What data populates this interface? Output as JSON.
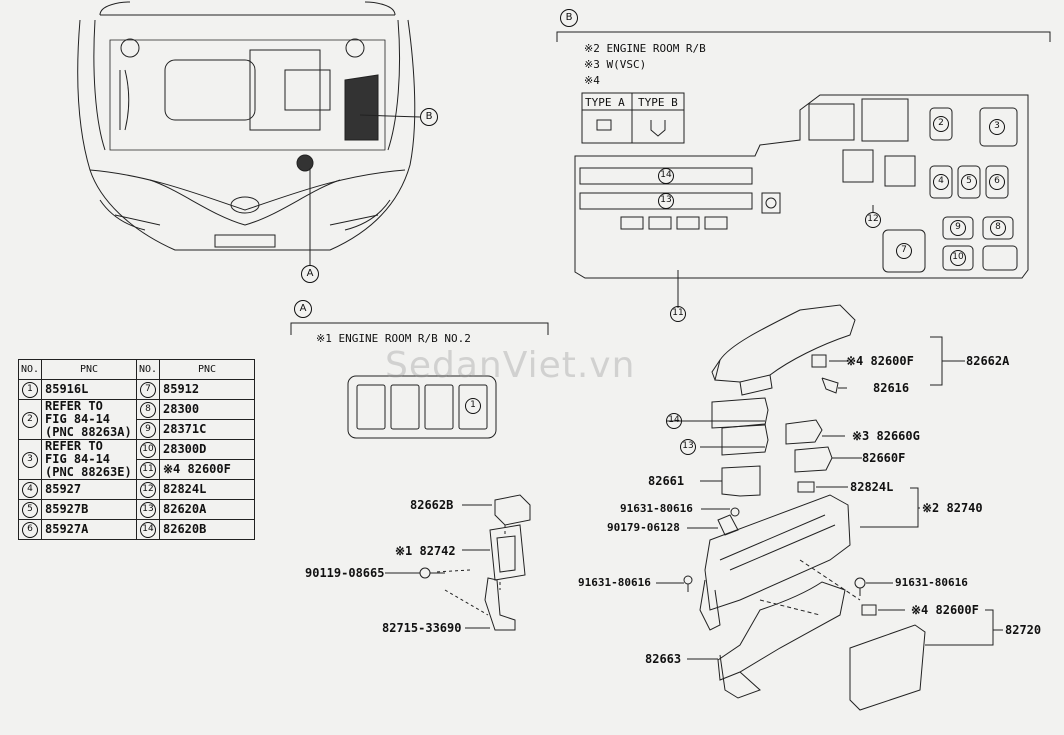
{
  "watermark": "SedanViet.vn",
  "callouts": {
    "A": "A",
    "B": "B"
  },
  "section_b": {
    "title": "※2 ENGINE ROOM R/B",
    "note3": "※3 W(VSC)",
    "note4": "※4",
    "type_a": "TYPE A",
    "type_b": "TYPE B",
    "markers": [
      "14",
      "13",
      "11",
      "2",
      "3",
      "4",
      "5",
      "6",
      "9",
      "8",
      "10",
      "7",
      "12"
    ]
  },
  "section_a": {
    "title": "※1 ENGINE ROOM R/B NO.2",
    "marker": "1"
  },
  "table": {
    "headers": [
      "NO.",
      "PNC",
      "NO.",
      "PNC"
    ],
    "rows": [
      {
        "no": "1",
        "pnc": "85916L",
        "no2": "7",
        "pnc2": "85912"
      },
      {
        "no": "2",
        "pnc": "REFER TO\nFIG 84-14\n(PNC 88263A)",
        "no2": "8",
        "pnc2": "28300",
        "no3": "9",
        "pnc3": "28371C"
      },
      {
        "no": "3",
        "pnc": "REFER TO\nFIG 84-14\n(PNC 88263E)",
        "no2": "10",
        "pnc2": "28300D",
        "no3": "11",
        "pnc3": "※4 82600F"
      },
      {
        "no": "4",
        "pnc": "85927",
        "no2": "12",
        "pnc2": "82824L"
      },
      {
        "no": "5",
        "pnc": "85927B",
        "no2": "13",
        "pnc2": "82620A"
      },
      {
        "no": "6",
        "pnc": "85927A",
        "no2": "14",
        "pnc2": "82620B"
      }
    ]
  },
  "parts_a": {
    "p1": "82662B",
    "p2": "※1 82742",
    "p3": "90119-08665",
    "p4": "82715-33690"
  },
  "parts_b": {
    "p1": "※4 82600F",
    "p2": "82662A",
    "p3": "82616",
    "p4": "※3 82660G",
    "p5": "82660F",
    "p6": "82661",
    "p7": "82824L",
    "p8": "91631-80616",
    "p9": "90179-06128",
    "p10": "※2 82740",
    "p11": "91631-80616",
    "p12": "91631-80616",
    "p13": "※4 82600F",
    "p14": "82720",
    "p15": "82663",
    "m14": "14",
    "m13": "13"
  }
}
